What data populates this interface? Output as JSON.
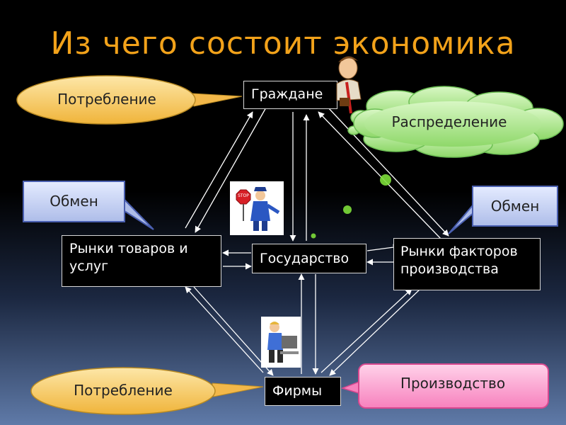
{
  "title": "Из чего состоит экономика",
  "nodes": {
    "citizens": "Граждане",
    "state": "Государство",
    "goods_markets": "Рынки товаров и услуг",
    "factor_markets": "Рынки факторов производства",
    "firms": "Фирмы"
  },
  "callouts": {
    "consumption_top": "Потребление",
    "distribution": "Распределение",
    "exchange_left": "Обмен",
    "exchange_right": "Обмен",
    "consumption_bottom": "Потребление",
    "production": "Производство"
  },
  "pictures": {
    "man_icon": "man-with-briefcase-icon",
    "police_icon": "policeman-stop-sign-icon",
    "worker_icon": "office-worker-computer-icon"
  },
  "stop_sign_text": "STOP",
  "colors": {
    "title": "#f2a21a",
    "consumption": "#f7c862",
    "distribution": "#a6e08a",
    "exchange": "#b8c7f0",
    "production": "#f56cb0"
  }
}
